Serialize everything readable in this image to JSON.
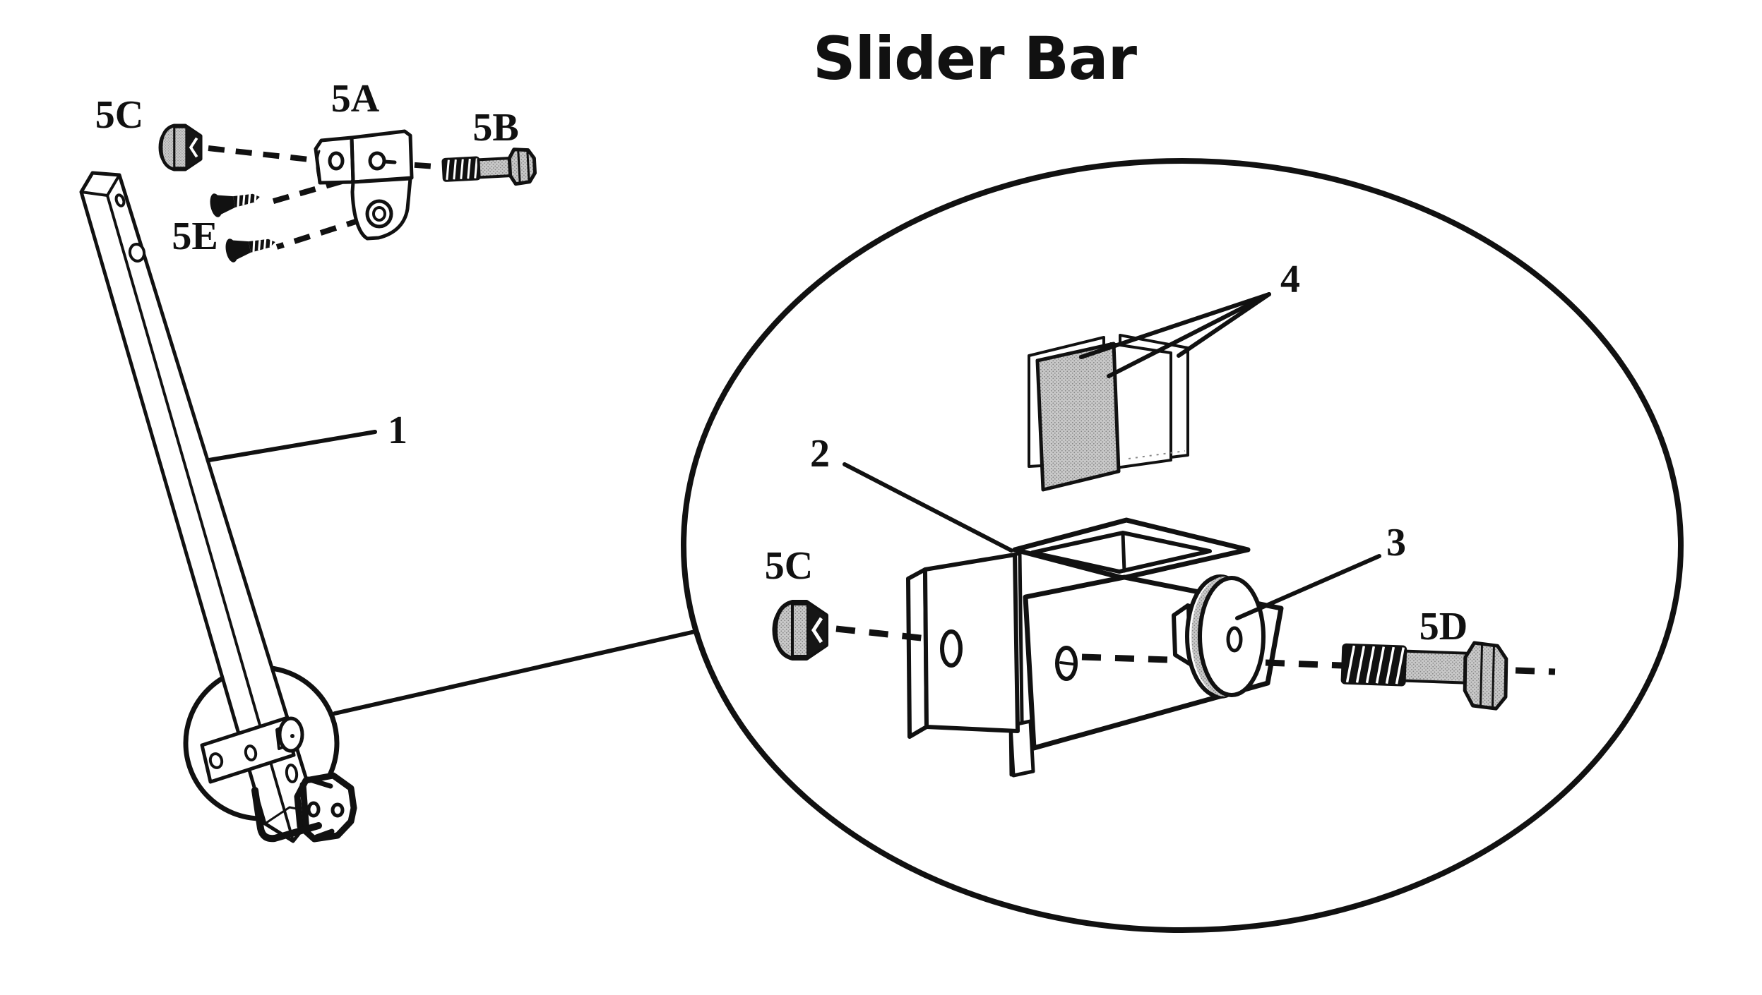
{
  "title": "Slider Bar",
  "labels": {
    "bar": "1",
    "clamp_body": "2",
    "knob": "3",
    "pads": "4",
    "hinge_bracket": "5A",
    "hex_bolt_top": "5B",
    "cap_nut_top": "5C",
    "cap_nut_detail": "5C",
    "hex_bolt_detail": "5D",
    "flat_screws": "5E"
  },
  "colors": {
    "ink": "#111111",
    "hatch_gray": "#c9c9c9",
    "background": "#ffffff"
  }
}
